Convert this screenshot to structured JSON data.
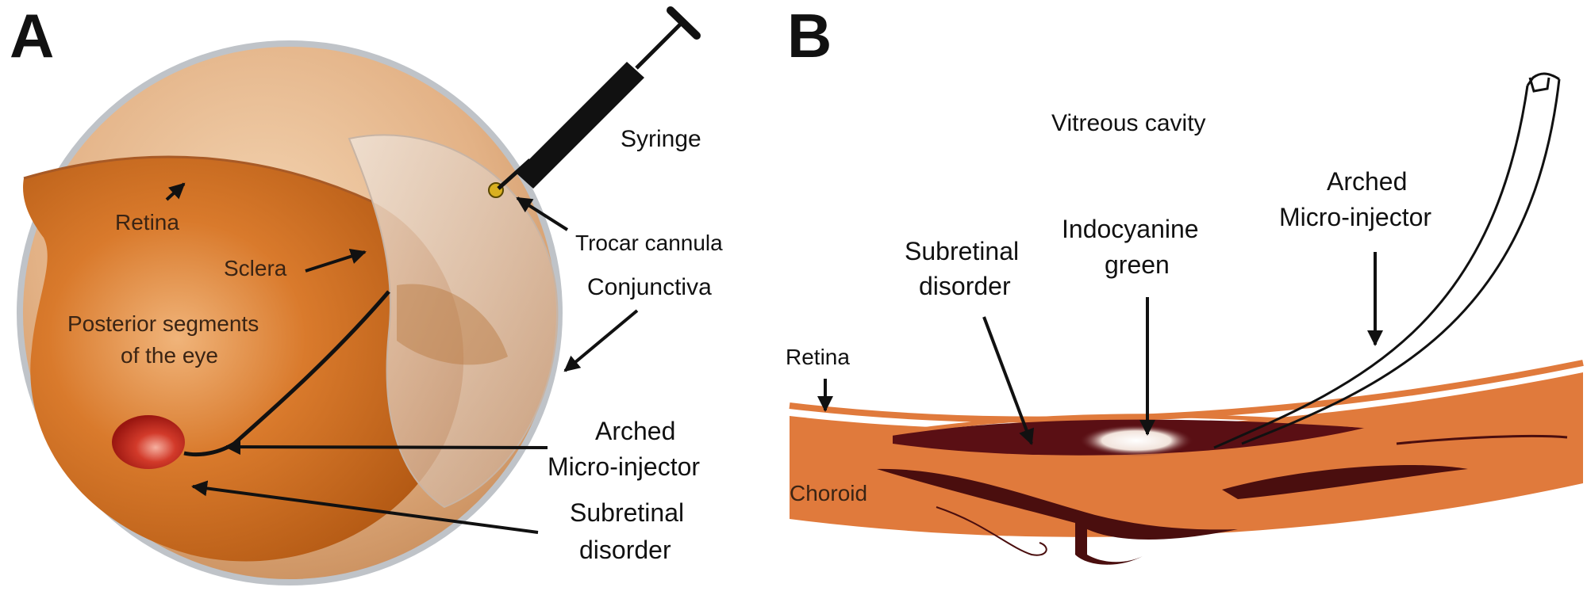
{
  "panel_a": {
    "letter": "A",
    "labels": {
      "syringe": "Syringe",
      "retina": "Retina",
      "sclera": "Sclera",
      "trocar_cannula": "Trocar cannula",
      "conjunctiva": "Conjunctiva",
      "posterior_line1": "Posterior segments",
      "posterior_line2": "of the eye",
      "injector_line1": "Arched",
      "injector_line2": "Micro-injector",
      "disorder_line1": "Subretinal",
      "disorder_line2": "disorder"
    }
  },
  "panel_b": {
    "letter": "B",
    "labels": {
      "vitreous": "Vitreous cavity",
      "injector_line1": "Arched",
      "injector_line2": "Micro-injector",
      "icg_line1": "Indocyanine",
      "icg_line2": "green",
      "disorder_line1": "Subretinal",
      "disorder_line2": "disorder",
      "retina": "Retina",
      "choroid": "Choroid"
    }
  },
  "colors": {
    "eye_orange": "#c8681e",
    "eye_tan": "#e8b98a",
    "lesion_red": "#c0231c",
    "choroid_orange": "#e07a3c",
    "vessel_dark": "#4a0e0e",
    "bleb_dark": "#5a0f14"
  }
}
